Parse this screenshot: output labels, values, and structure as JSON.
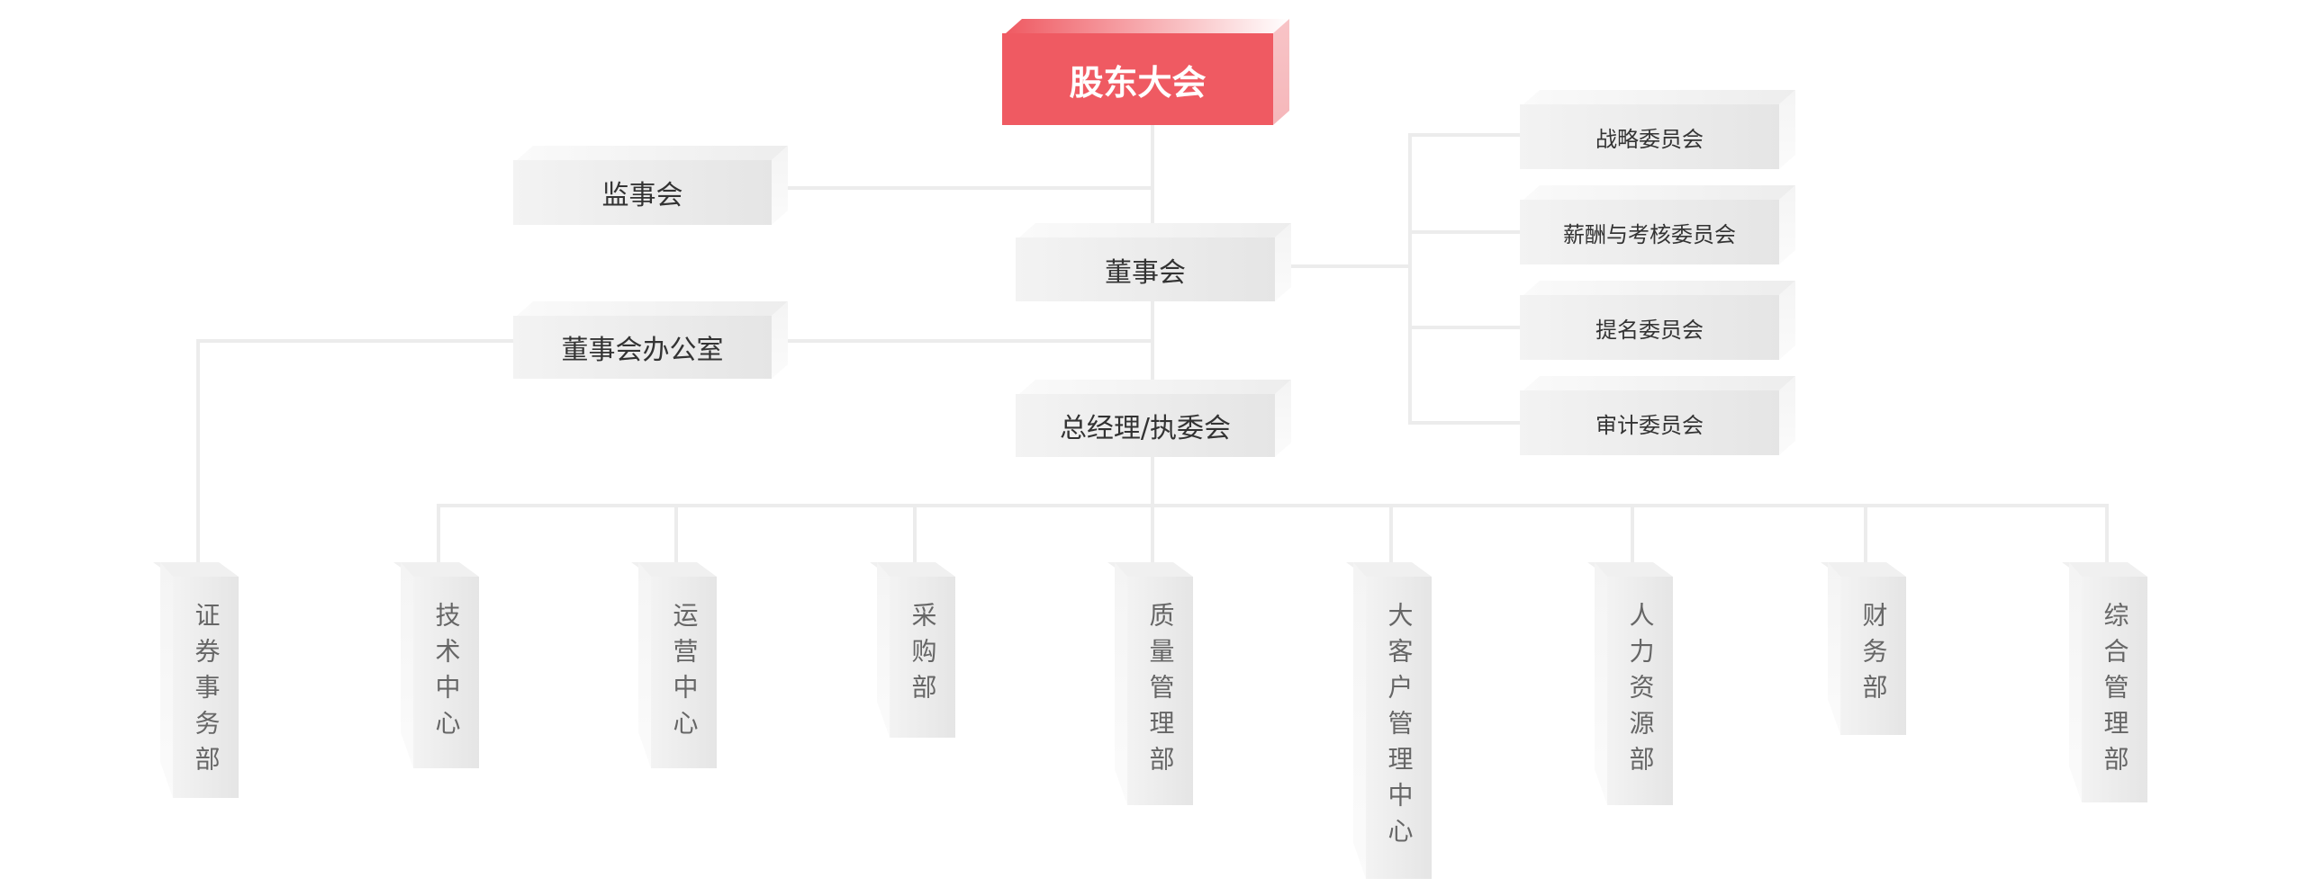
{
  "top": {
    "label": "股东大会"
  },
  "board": {
    "supervisors": "监事会",
    "directors": "董事会",
    "office": "董事会办公室",
    "gm": "总经理/执委会"
  },
  "committees": [
    "战略委员会",
    "薪酬与考核委员会",
    "提名委员会",
    "审计委员会"
  ],
  "departments": [
    "证券事务部",
    "技术中心",
    "运营中心",
    "采购部",
    "质量管理部",
    "大客户管理中心",
    "人力资源部",
    "财务部",
    "综合管理部"
  ],
  "colors": {
    "accent": "#ef5a62",
    "box": "#e8e8e8",
    "line": "#ececec"
  }
}
